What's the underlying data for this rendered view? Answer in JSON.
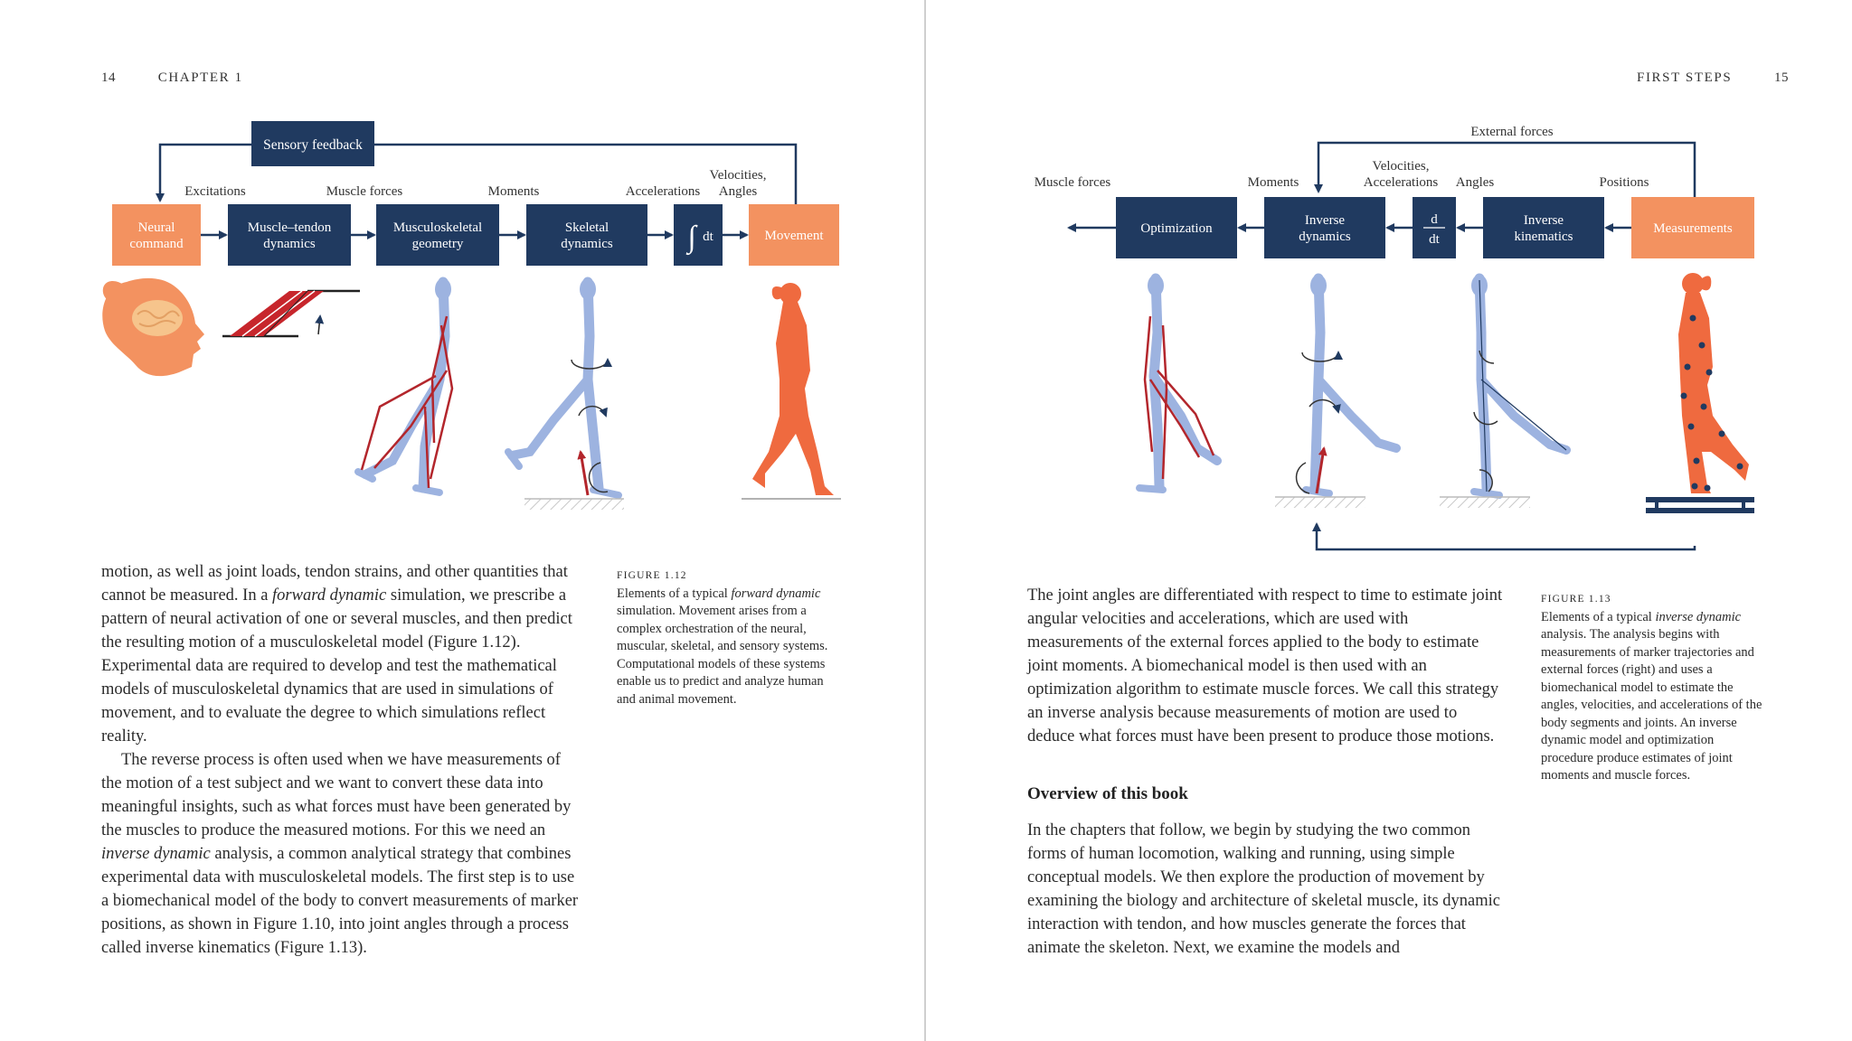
{
  "left_page": {
    "page_number": "14",
    "running_head": "CHAPTER 1",
    "figure": {
      "blocks": {
        "sensory_feedback": "Sensory feedback",
        "neural_command": [
          "Neural",
          "command"
        ],
        "muscle_tendon": [
          "Muscle–tendon",
          "dynamics"
        ],
        "musculoskeletal": [
          "Musculoskeletal",
          "geometry"
        ],
        "skeletal": [
          "Skeletal",
          "dynamics"
        ],
        "integrator": "dt",
        "movement": "Movement"
      },
      "signals": {
        "excitations": "Excitations",
        "muscle_forces": "Muscle forces",
        "moments": "Moments",
        "accelerations": "Accelerations",
        "velocities_angles": [
          "Velocities,",
          "Angles"
        ]
      }
    },
    "body": {
      "p1": [
        {
          "t": "motion, as well as joint loads, tendon strains, and other quantities that cannot be measured. In a "
        },
        {
          "t": "forward dynamic",
          "em": true
        },
        {
          "t": " simulation, we prescribe a pattern of neural activation of one or several muscles, and then predict the resulting motion of a musculoskeletal model (Figure 1.12). Experimental data are required to develop and test the mathematical models of musculoskeletal dynamics that are used in simulations of movement, and to evaluate the degree to which simulations reflect reality."
        }
      ],
      "p2": [
        {
          "t": "The reverse process is often used when we have measurements of the motion of a test subject and we want to convert these data into meaningful insights, such as what forces must have been generated by the muscles to produce the measured motions. For this we need an "
        },
        {
          "t": "inverse dynamic",
          "em": true
        },
        {
          "t": " analysis, a common analytical strategy that combines experimental data with musculoskeletal models. The first step is to use a biomechanical model of the body to convert measurements of marker positions, as shown in Figure 1.10, into joint angles through a process called inverse kinematics (Figure 1.13)."
        }
      ]
    },
    "caption": {
      "label": "FIGURE 1.12",
      "parts": [
        {
          "t": "Elements of a typical "
        },
        {
          "t": "forward dynamic",
          "em": true
        },
        {
          "t": " simulation. Movement arises from a complex orchestration of the neural, muscular, skeletal, and sensory systems. Computational models of these systems enable us to predict and analyze human and animal movement."
        }
      ]
    }
  },
  "right_page": {
    "page_number": "15",
    "running_head": "FIRST STEPS",
    "figure": {
      "blocks": {
        "optimization": "Optimization",
        "inverse_dynamics": [
          "Inverse",
          "dynamics"
        ],
        "derivative_num": "d",
        "derivative_den": "dt",
        "inverse_kinematics": [
          "Inverse",
          "kinematics"
        ],
        "measurements": "Measurements"
      },
      "signals": {
        "external_forces": "External forces",
        "muscle_forces": "Muscle forces",
        "moments": "Moments",
        "velocities_accelerations": [
          "Velocities,",
          "Accelerations"
        ],
        "angles": "Angles",
        "positions": "Positions"
      }
    },
    "body": {
      "p1": [
        {
          "t": "The joint angles are differentiated with respect to time to estimate joint angular velocities and accelerations, which are used with measurements of the external forces applied to the body to estimate joint moments. A biomechanical model is then used with an optimization algorithm to estimate muscle forces. We call this strategy an inverse analysis because measurements of motion are used to deduce what forces must have been present to produce those motions."
        }
      ],
      "subhead": "Overview of this book",
      "p2": [
        {
          "t": "In the chapters that follow, we begin by studying the two common forms of human locomotion, walking and running, using simple conceptual models. We then explore the production of movement by examining the biology and architecture of skeletal muscle, its dynamic interaction with tendon, and how muscles generate the forces that animate the skeleton. Next, we examine the models and"
        }
      ]
    },
    "caption": {
      "label": "FIGURE 1.13",
      "parts": [
        {
          "t": "Elements of a typical "
        },
        {
          "t": "inverse dynamic",
          "em": true
        },
        {
          "t": " analysis. The analysis begins with measurements of marker trajectories and external forces (right) and uses a biomechanical model to estimate the angles, velocities, and accelerations of the body segments and joints. An inverse dynamic model and optimization procedure produce estimates of joint moments and muscle forces."
        }
      ]
    }
  },
  "colors": {
    "navy": "#203a60",
    "orange": "#f39260",
    "figure_orange": "#ef6a3f",
    "bone_blue": "#9db3e0",
    "muscle_red": "#b3262c",
    "text": "#2a2a2a"
  }
}
